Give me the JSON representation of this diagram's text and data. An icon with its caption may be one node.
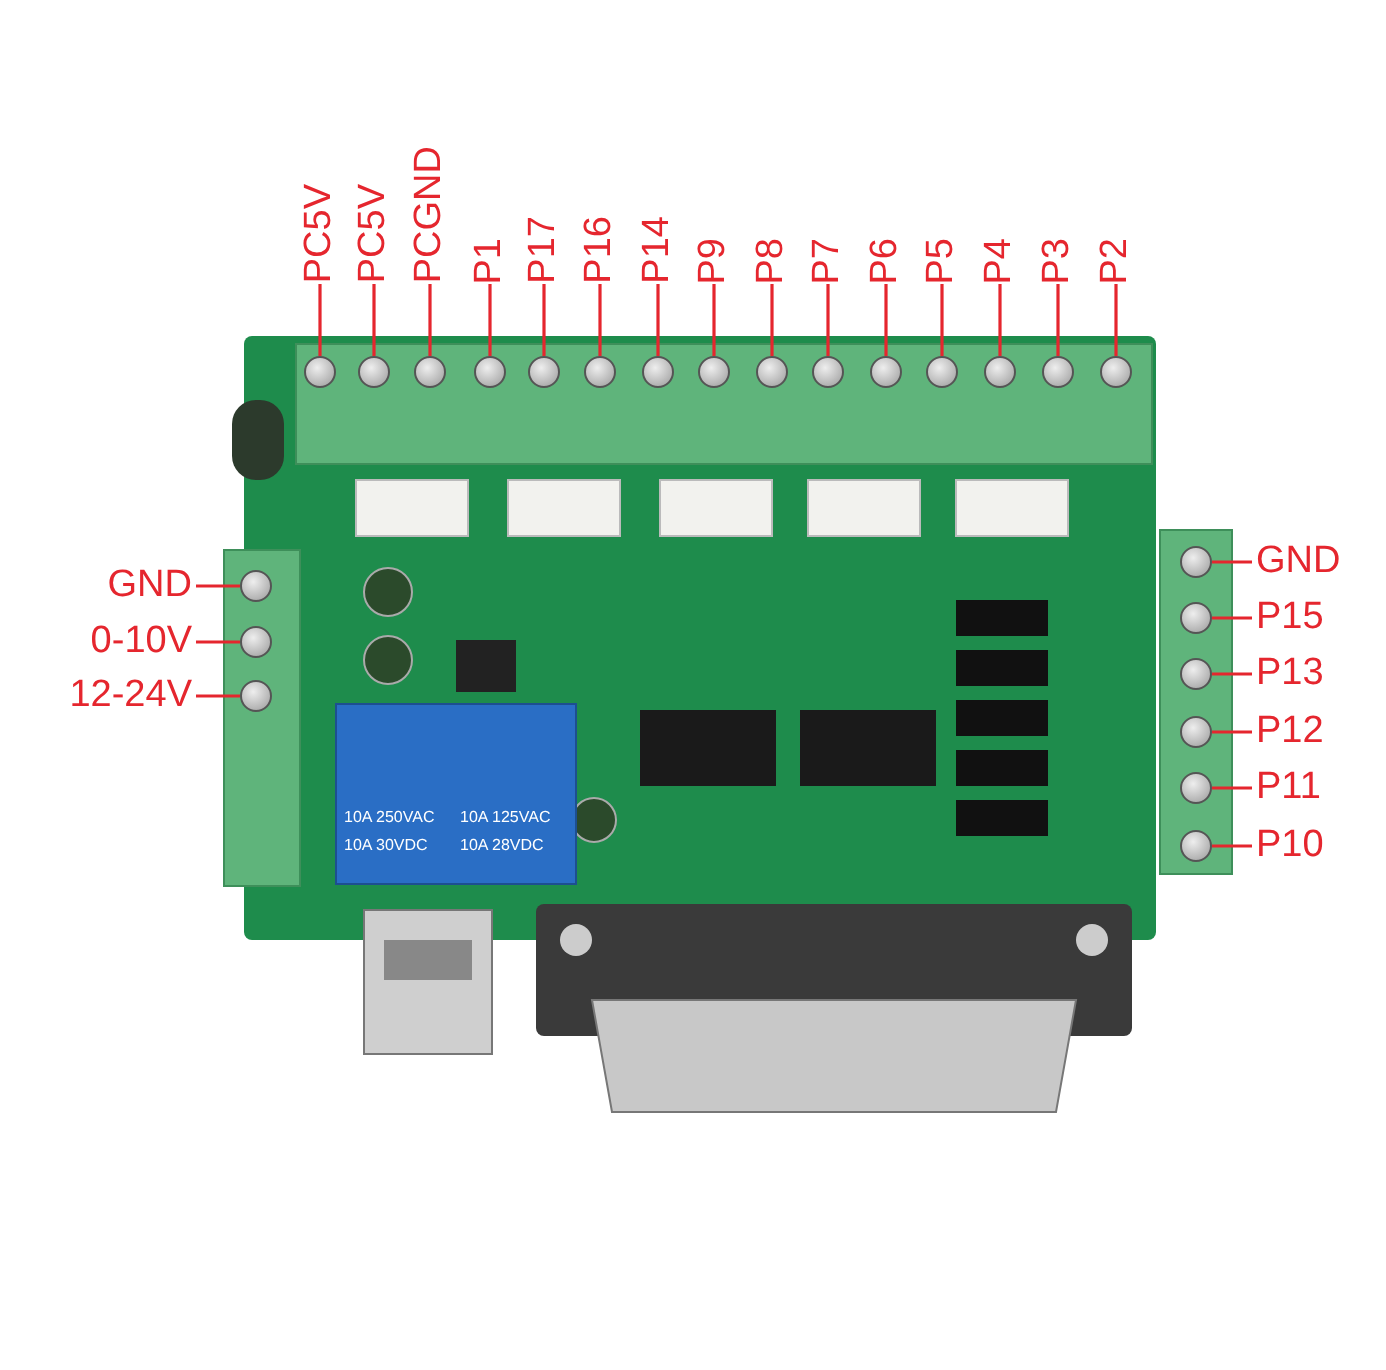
{
  "diagram": {
    "nodes": [
      {
        "text": [
          "PC5V"
        ]
      },
      {
        "text": [
          "PC5V"
        ]
      },
      {
        "text": [
          "PCGND"
        ]
      },
      {
        "text": [
          "P1"
        ]
      },
      {
        "text": [
          "P17"
        ]
      },
      {
        "text": [
          "P16"
        ]
      },
      {
        "text": [
          "P14"
        ]
      },
      {
        "text": [
          "P9"
        ]
      },
      {
        "text": [
          "P8"
        ]
      },
      {
        "text": [
          "P7"
        ]
      },
      {
        "text": [
          "P6"
        ]
      },
      {
        "text": [
          "P5"
        ]
      },
      {
        "text": [
          "P4"
        ]
      },
      {
        "text": [
          "P3"
        ]
      },
      {
        "text": [
          "P2"
        ]
      },
      {
        "text": [],
        "shape": "circle"
      },
      {
        "text": [],
        "shape": "circle"
      },
      {
        "text": [],
        "shape": "circle"
      },
      {
        "text": [],
        "shape": "circle"
      },
      {
        "text": [],
        "shape": "circle"
      },
      {
        "text": [],
        "shape": "circle"
      },
      {
        "text": [],
        "shape": "circle"
      },
      {
        "text": [],
        "shape": "circle"
      },
      {
        "text": [],
        "shape": "circle"
      },
      {
        "text": [],
        "shape": "circle"
      },
      {
        "text": [],
        "shape": "circle"
      },
      {
        "text": [],
        "shape": "circle"
      },
      {
        "text": [],
        "shape": "circle"
      },
      {
        "text": [],
        "shape": "circle"
      },
      {
        "text": [],
        "shape": "circle"
      },
      {
        "text": [
          "GND"
        ]
      },
      {
        "text": [
          "0-10V"
        ]
      },
      {
        "text": [
          "12-24V"
        ]
      },
      {
        "text": [],
        "shape": "circle"
      },
      {
        "text": [],
        "shape": "circle"
      },
      {
        "text": [],
        "shape": "circle"
      },
      {
        "text": [
          "GND"
        ]
      },
      {
        "text": [
          "P15"
        ]
      },
      {
        "text": [
          "P13"
        ]
      },
      {
        "text": [
          "P12"
        ]
      },
      {
        "text": [
          "P11"
        ]
      },
      {
        "text": [
          "P10"
        ]
      },
      {
        "text": [],
        "shape": "circle"
      },
      {
        "text": [],
        "shape": "circle"
      },
      {
        "text": [],
        "shape": "circle"
      },
      {
        "text": [],
        "shape": "circle"
      },
      {
        "text": [],
        "shape": "circle"
      },
      {
        "text": [],
        "shape": "circle"
      }
    ],
    "edges": [
      {
        "from": 0,
        "to": 15,
        "arrow": "none"
      },
      {
        "from": 1,
        "to": 16,
        "arrow": "none"
      },
      {
        "from": 2,
        "to": 17,
        "arrow": "none"
      },
      {
        "from": 3,
        "to": 18,
        "arrow": "none"
      },
      {
        "from": 4,
        "to": 19,
        "arrow": "none"
      },
      {
        "from": 5,
        "to": 20,
        "arrow": "none"
      },
      {
        "from": 6,
        "to": 21,
        "arrow": "none"
      },
      {
        "from": 7,
        "to": 22,
        "arrow": "none"
      },
      {
        "from": 8,
        "to": 23,
        "arrow": "none"
      },
      {
        "from": 9,
        "to": 24,
        "arrow": "none"
      },
      {
        "from": 10,
        "to": 25,
        "arrow": "none"
      },
      {
        "from": 11,
        "to": 26,
        "arrow": "none"
      },
      {
        "from": 12,
        "to": 27,
        "arrow": "none"
      },
      {
        "from": 13,
        "to": 28,
        "arrow": "none"
      },
      {
        "from": 14,
        "to": 29,
        "arrow": "none"
      },
      {
        "from": 30,
        "to": 33,
        "arrow": "none"
      },
      {
        "from": 31,
        "to": 34,
        "arrow": "none"
      },
      {
        "from": 32,
        "to": 35,
        "arrow": "none"
      },
      {
        "from": 36,
        "to": 42,
        "arrow": "none"
      },
      {
        "from": 37,
        "to": 43,
        "arrow": "none"
      },
      {
        "from": 38,
        "to": 44,
        "arrow": "none"
      },
      {
        "from": 39,
        "to": 45,
        "arrow": "none"
      },
      {
        "from": 40,
        "to": 46,
        "arrow": "none"
      },
      {
        "from": 41,
        "to": 47,
        "arrow": "none"
      }
    ],
    "labels": [
      "10A 250VAC",
      "10A 125VAC",
      "10A 30VDC",
      "10A 28VDC"
    ]
  }
}
